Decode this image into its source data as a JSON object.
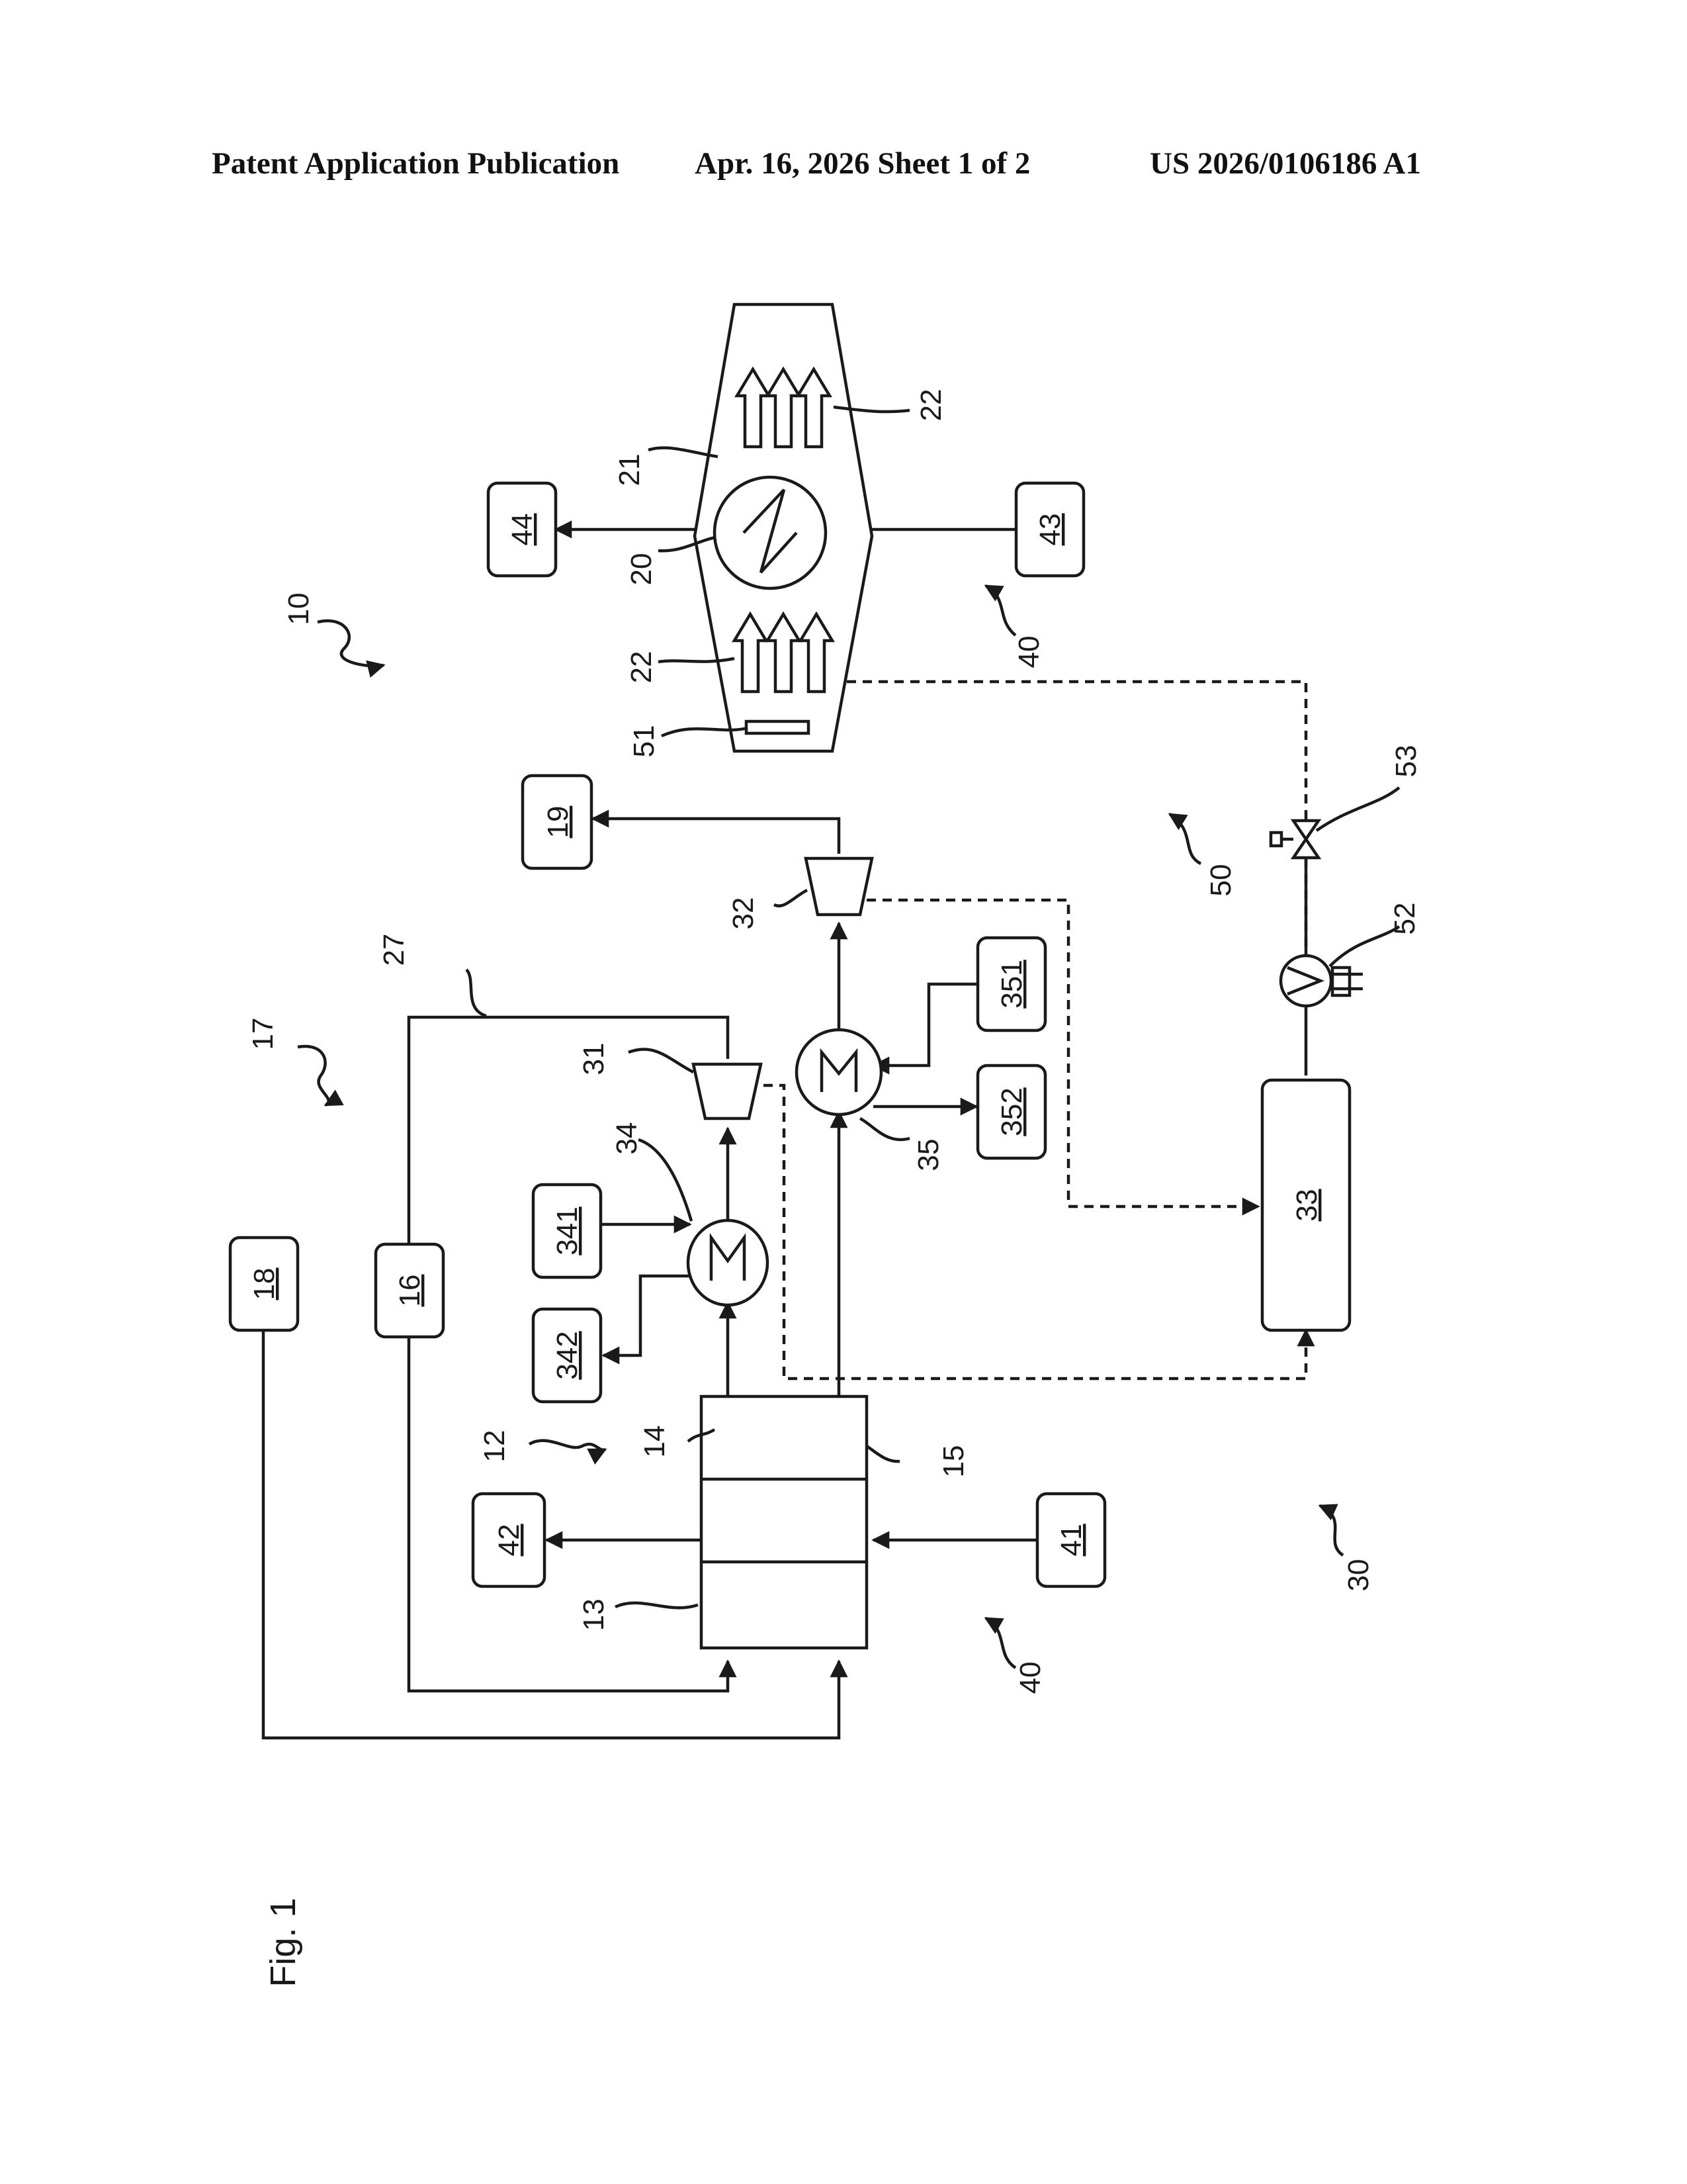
{
  "header": {
    "left": "Patent Application Publication",
    "center": "Apr. 16, 2026  Sheet 1 of 2",
    "right": "US 2026/0106186 A1"
  },
  "figure_label": "Fig. 1",
  "ref_boxes": {
    "b18": "18",
    "b16": "16",
    "b42": "42",
    "b41": "41",
    "b341": "341",
    "b342": "342",
    "b351": "351",
    "b352": "352",
    "b33": "33",
    "b19": "19",
    "b44": "44",
    "b43": "43"
  },
  "labels": {
    "l10": "10",
    "l17": "17",
    "l12": "12",
    "l13": "13",
    "l14": "14",
    "l15": "15",
    "l27": "27",
    "l31": "31",
    "l32": "32",
    "l34": "34",
    "l35": "35",
    "l30": "30",
    "l50": "50",
    "l52": "52",
    "l53": "53",
    "l40a": "40",
    "l40b": "40",
    "l20": "20",
    "l21": "21",
    "l22a": "22",
    "l22b": "22",
    "l51": "51"
  }
}
